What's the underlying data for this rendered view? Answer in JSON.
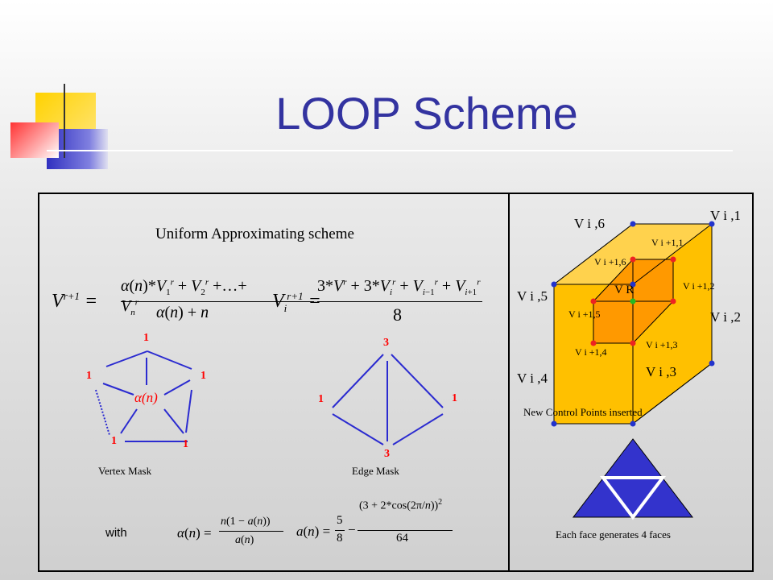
{
  "slide": {
    "title": "LOOP Scheme"
  },
  "left_panel": {
    "heading": "Uniform Approximating scheme",
    "vertex_mask": {
      "caption": "Vertex Mask",
      "weights": [
        "1",
        "1",
        "1",
        "1",
        "1"
      ],
      "center_label": "α(n)"
    },
    "edge_mask": {
      "caption": "Edge Mask",
      "weights": [
        "3",
        "1",
        "1",
        "3"
      ]
    },
    "with_label": "with"
  },
  "right_panel": {
    "cube_labels": {
      "v_i1": "V i ,1",
      "v_i2": "V i ,2",
      "v_i3": "V i ,3",
      "v_i4": "V i ,4",
      "v_i5": "V i ,5",
      "v_i6": "V i ,6",
      "v_i1_1": "V i +1,1",
      "v_i1_2": "V i +1,2",
      "v_i1_3": "V i +1,3",
      "v_i1_4": "V i +1,4",
      "v_i1_5": "V i +1,5",
      "v_i1_6": "V i +1,6",
      "v_r": "V R"
    },
    "caption_top": "New Control Points inserted",
    "caption_bottom": "Each face generates 4 faces"
  },
  "colors": {
    "title": "#3333a0",
    "cube_fill": "#ffc000",
    "mask_line": "#2b2bd0",
    "weight_text": "#ff0000",
    "triangle": "#3333cc"
  }
}
